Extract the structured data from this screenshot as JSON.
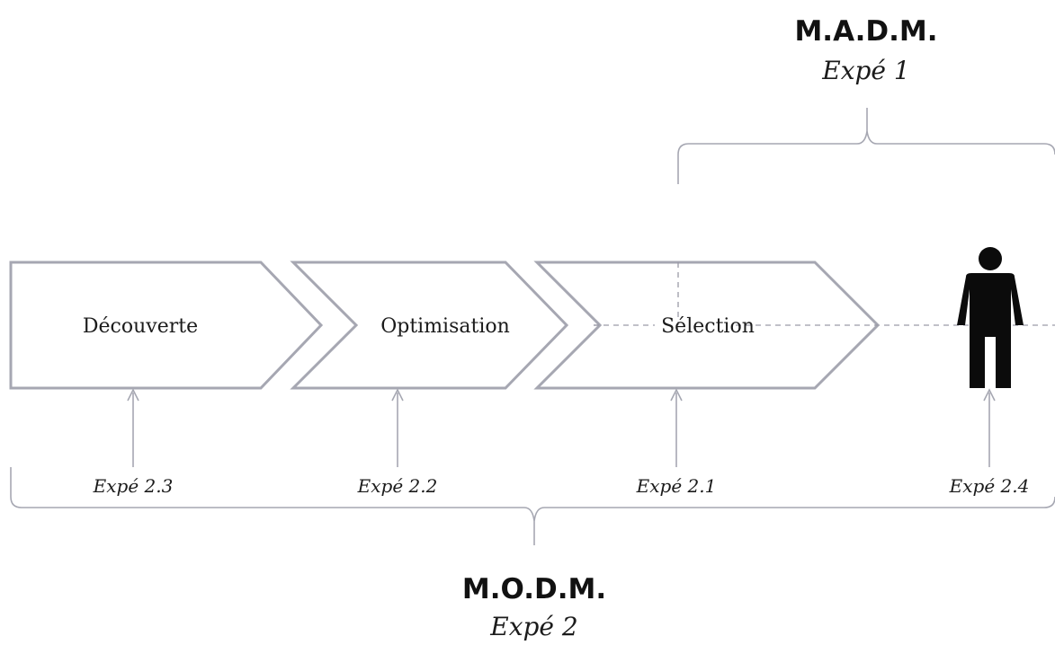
{
  "stages": [
    {
      "id": "decouverte",
      "label": "Découverte"
    },
    {
      "id": "optimisation",
      "label": "Optimisation"
    },
    {
      "id": "selection",
      "label": "Sélection"
    }
  ],
  "experiments": [
    {
      "id": "expe-2-3",
      "label": "Expé 2.3"
    },
    {
      "id": "expe-2-2",
      "label": "Expé 2.2"
    },
    {
      "id": "expe-2-1",
      "label": "Expé 2.1"
    },
    {
      "id": "expe-2-4",
      "label": "Expé 2.4"
    }
  ],
  "groups": {
    "madm": {
      "title": "M.A.D.M.",
      "subtitle": "Expé 1"
    },
    "modm": {
      "title": "M.O.D.M.",
      "subtitle": "Expé 2"
    }
  },
  "person_icon": "person-icon",
  "colors": {
    "stroke": "#a6a7b2",
    "text": "#1b1b1b",
    "person": "#0b0b0b"
  }
}
